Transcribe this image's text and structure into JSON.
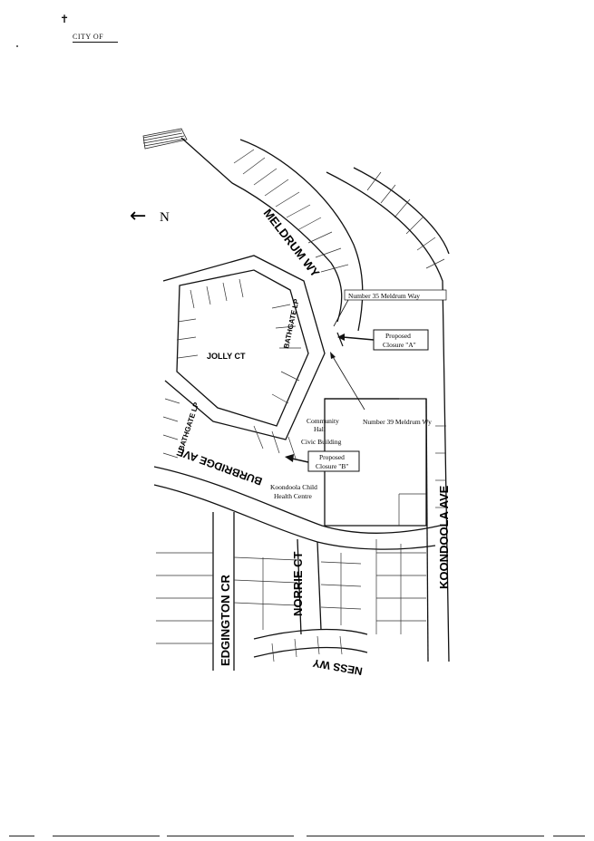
{
  "header": {
    "city_label": "CITY OF",
    "mark_glyph": "✝"
  },
  "compass": {
    "label": "N",
    "arrow": "←"
  },
  "streets": {
    "meldrum": "MELDRUM WY",
    "bathgate_upper": "BATHGATE LP",
    "bathgate_lower": "BATHGATE LP",
    "jolly": "JOLLY CT",
    "burbridge": "BURBRIDGE AVE",
    "edgington": "EDGINGTON CR",
    "norrie": "NORRIE CT",
    "ness": "NESS WY",
    "koondoola": "KOONDOOLA AVE"
  },
  "annotations": {
    "number35": "Number 35 Meldrum Way",
    "closure_a_line1": "Proposed",
    "closure_a_line2": "Closure \"A\"",
    "number39": "Number 39 Meldrum Wy",
    "community_hall_line1": "Community",
    "community_hall_line2": "Hall",
    "civic_building": "Civic Building",
    "closure_b_line1": "Proposed",
    "closure_b_line2": "Closure \"B\"",
    "health_centre_line1": "Koondoola Child",
    "health_centre_line2": "Health Centre"
  },
  "colors": {
    "ink": "#111111",
    "paper": "#ffffff"
  }
}
